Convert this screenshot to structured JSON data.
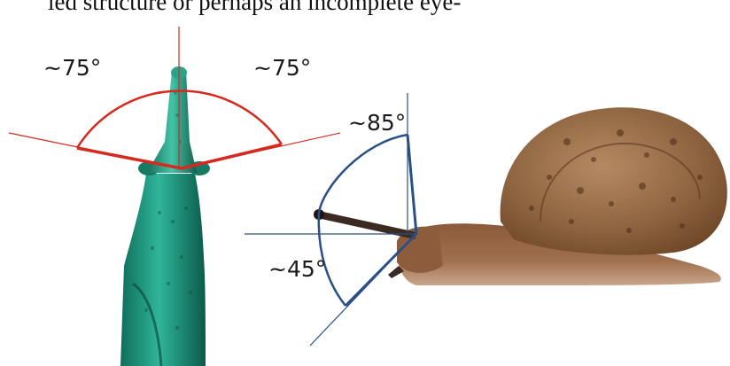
{
  "caption_text": "led structure or perhaps an incomplete eye-",
  "left_figure": {
    "angle_left": "~75°",
    "angle_right": "~75°",
    "arc_color": "#d42a1f"
  },
  "right_figure": {
    "angle_up": "~85°",
    "angle_down": "~45°",
    "arc_color": "#2a4f86"
  }
}
